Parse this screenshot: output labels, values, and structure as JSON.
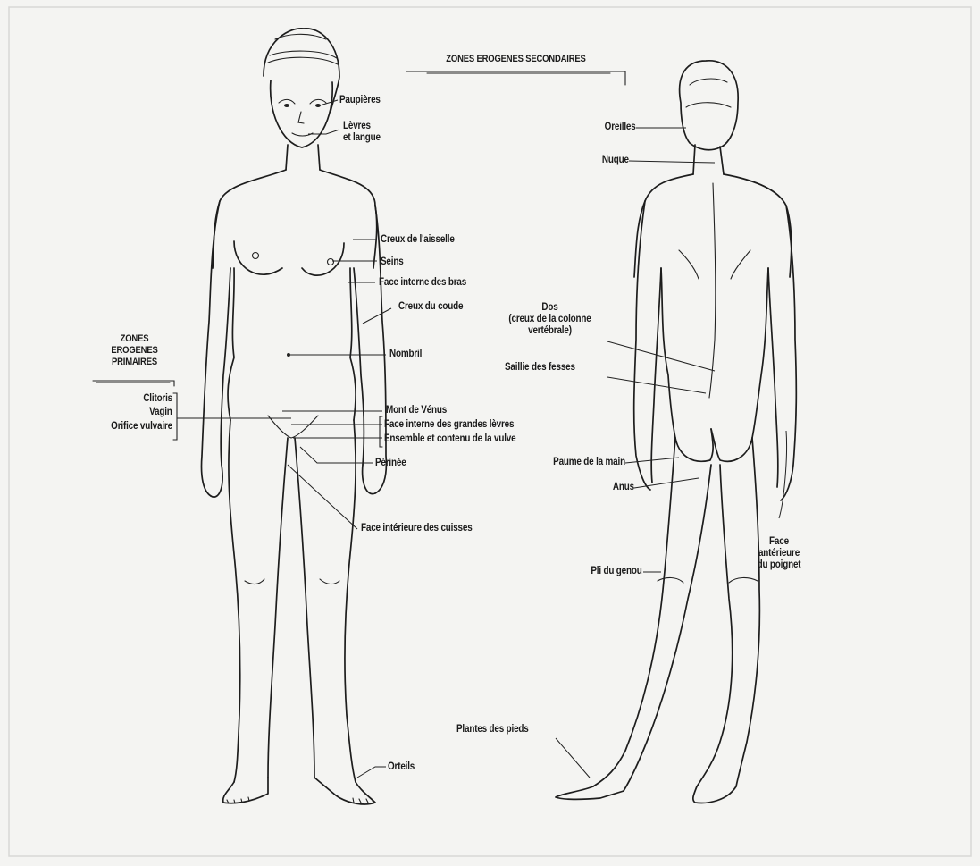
{
  "titles": {
    "secondary": "ZONES EROGENES SECONDAIRES",
    "primary": [
      "ZONES",
      "EROGENES",
      "PRIMAIRES"
    ]
  },
  "labels": {
    "paupieres": "Paupières",
    "levres": [
      "Lèvres",
      "et langue"
    ],
    "aisselle": "Creux de l'aisselle",
    "seins": "Seins",
    "bras": "Face interne des bras",
    "coude": "Creux du coude",
    "nombril": "Nombril",
    "clitoris": "Clitoris",
    "vagin": "Vagin",
    "orifice": "Orifice vulvaire",
    "mont": "Mont de Vénus",
    "grandes_levres": "Face interne des grandes lèvres",
    "vulve": "Ensemble et contenu de la vulve",
    "perinee": "Périnée",
    "cuisses": "Face intérieure des cuisses",
    "orteils": "Orteils",
    "oreilles": "Oreilles",
    "nuque": "Nuque",
    "dos": [
      "Dos",
      "(creux de la colonne",
      "vertébrale)"
    ],
    "fesses": "Saillie des fesses",
    "paume": "Paume de la main",
    "anus": "Anus",
    "poignet": [
      "Face",
      "antérieure",
      "du poignet"
    ],
    "genou": "Pli du genou",
    "pieds": "Plantes des pieds"
  },
  "colors": {
    "ink": "#1d1d1d",
    "paper": "#f4f4f2"
  }
}
